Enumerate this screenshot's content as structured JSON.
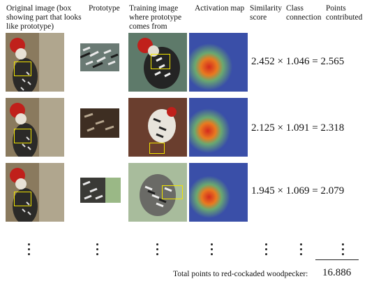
{
  "headers": {
    "original": "Original image (box showing part that looks like prototype)",
    "prototype": "Prototype",
    "training": "Training image where prototype comes from",
    "activation": "Activation map",
    "similarity": "Similarity score",
    "class_connection": "Class connection",
    "points": "Points contributed"
  },
  "rows": [
    {
      "similarity": "2.452",
      "connection": "1.046",
      "points": "2.565"
    },
    {
      "similarity": "2.125",
      "connection": "1.091",
      "points": "2.318"
    },
    {
      "similarity": "1.945",
      "connection": "1.069",
      "points": "2.079"
    }
  ],
  "operators": {
    "times": "×",
    "equals": "="
  },
  "total": {
    "label": "Total points to red-cockaded woodpecker:",
    "value": "16.886"
  },
  "colors": {
    "highlight_box": "#f2e500",
    "heat_hot": "#d42a1e",
    "heat_cool": "#3a4fa8"
  }
}
